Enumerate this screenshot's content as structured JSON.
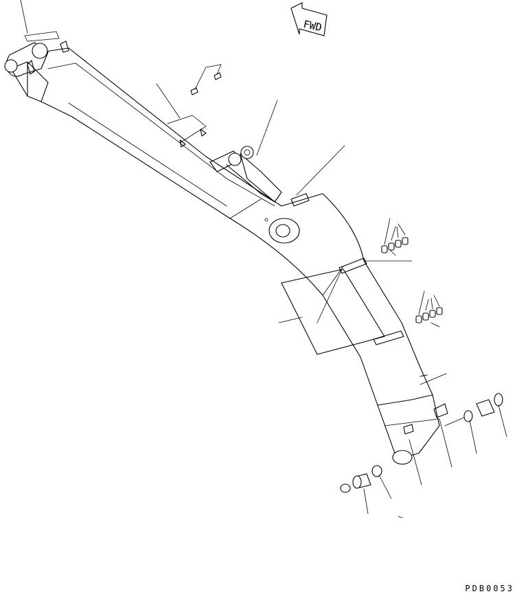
{
  "diagram": {
    "direction_label": "FWD",
    "drawing_code": "PDB0053",
    "icons": [
      "fwd-direction-arrow"
    ],
    "line_color": "#000000",
    "background": "#ffffff"
  }
}
